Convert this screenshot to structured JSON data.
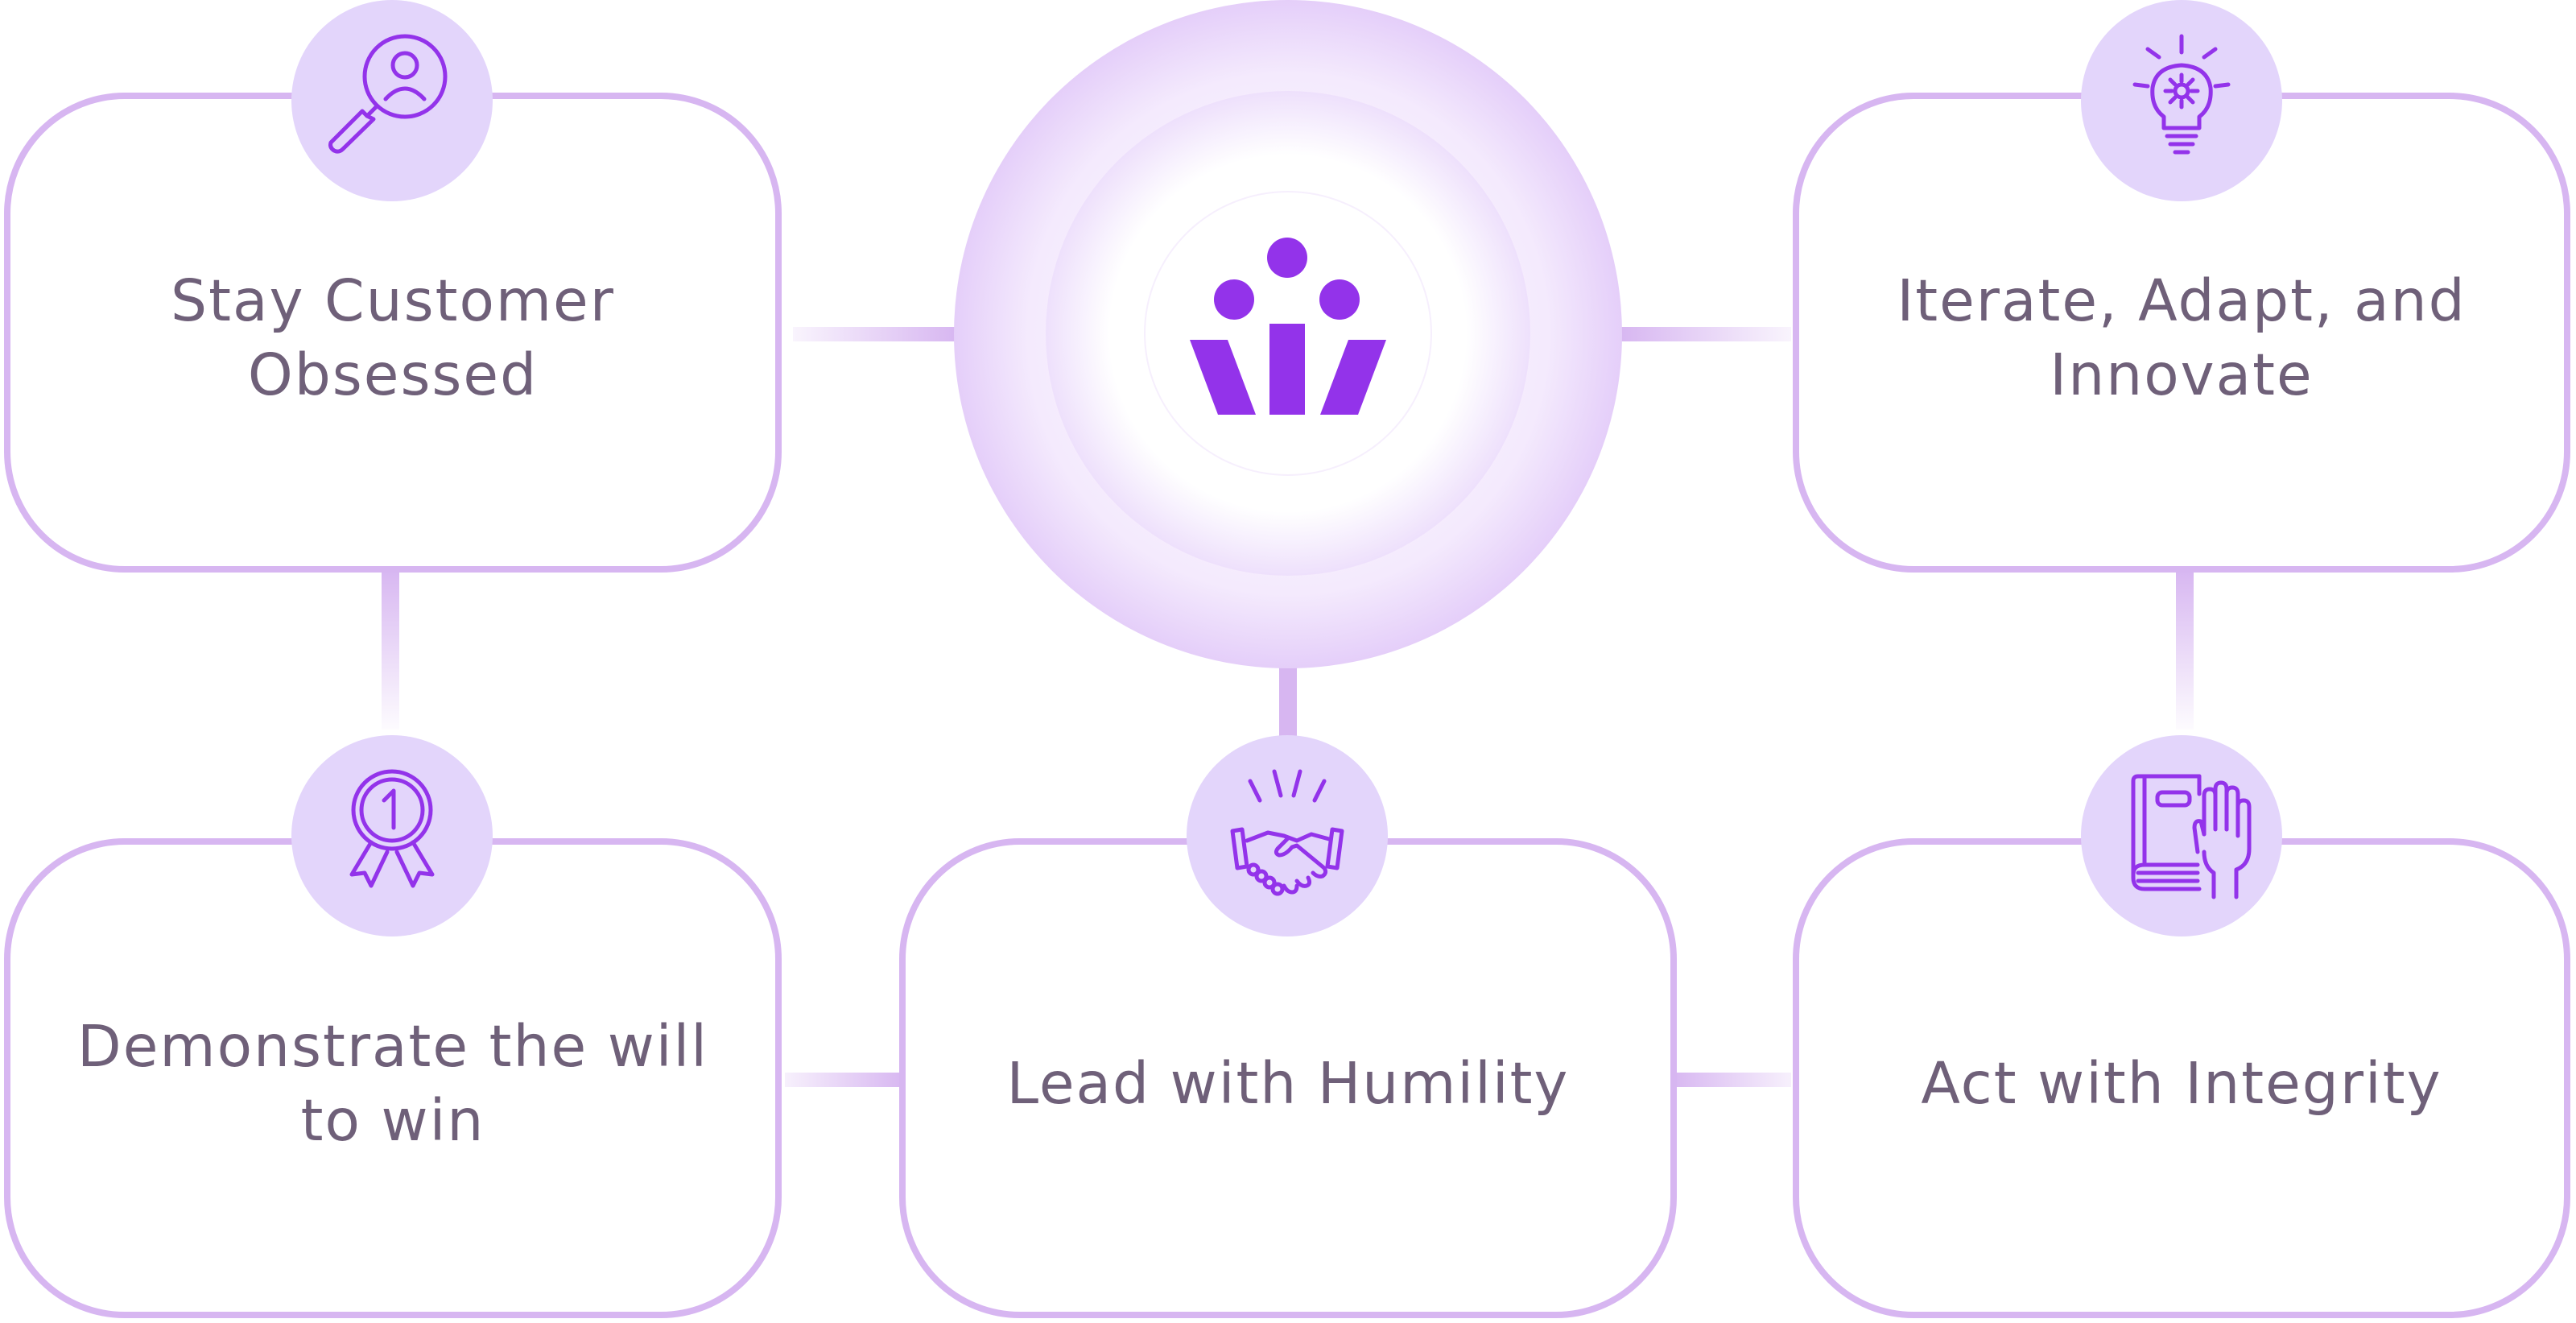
{
  "diagram": {
    "center": {
      "logo_icon": "brand-logo-icon"
    },
    "values": [
      {
        "id": "customer",
        "label": "Stay Customer Obsessed",
        "icon": "magnifier-person-icon"
      },
      {
        "id": "innovate",
        "label": "Iterate, Adapt, and Innovate",
        "icon": "lightbulb-gear-icon"
      },
      {
        "id": "win",
        "label": "Demonstrate the will to win",
        "icon": "award-ribbon-icon"
      },
      {
        "id": "humility",
        "label": "Lead with Humility",
        "icon": "handshake-icon"
      },
      {
        "id": "integrity",
        "label": "Act with Integrity",
        "icon": "book-hand-oath-icon"
      }
    ],
    "colors": {
      "accent": "#9333ea",
      "card_border": "#d7b6f1",
      "badge_fill": "#e3d5fb",
      "label_text": "#6f6079"
    }
  }
}
